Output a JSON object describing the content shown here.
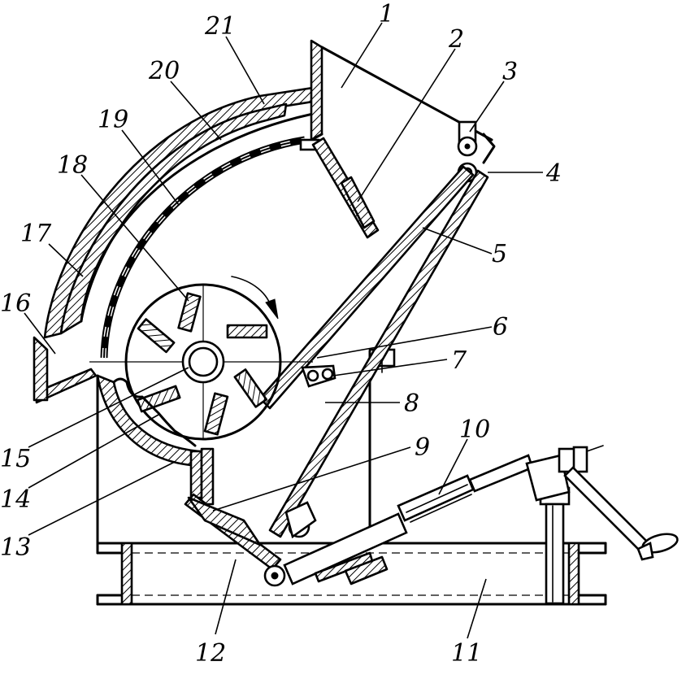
{
  "labels": [
    {
      "id": "1",
      "text": "1"
    },
    {
      "id": "2",
      "text": "2"
    },
    {
      "id": "3",
      "text": "3"
    },
    {
      "id": "4",
      "text": "4"
    },
    {
      "id": "5",
      "text": "5"
    },
    {
      "id": "6",
      "text": "6"
    },
    {
      "id": "7",
      "text": "7"
    },
    {
      "id": "8",
      "text": "8"
    },
    {
      "id": "9",
      "text": "9"
    },
    {
      "id": "10",
      "text": "10"
    },
    {
      "id": "11",
      "text": "11"
    },
    {
      "id": "12",
      "text": "12"
    },
    {
      "id": "13",
      "text": "13"
    },
    {
      "id": "14",
      "text": "14"
    },
    {
      "id": "15",
      "text": "15"
    },
    {
      "id": "16",
      "text": "16"
    },
    {
      "id": "17",
      "text": "17"
    },
    {
      "id": "18",
      "text": "18"
    },
    {
      "id": "19",
      "text": "19"
    },
    {
      "id": "20",
      "text": "20"
    },
    {
      "id": "21",
      "text": "21"
    }
  ],
  "colors": {
    "ink": "#000000",
    "paper": "#ffffff"
  }
}
